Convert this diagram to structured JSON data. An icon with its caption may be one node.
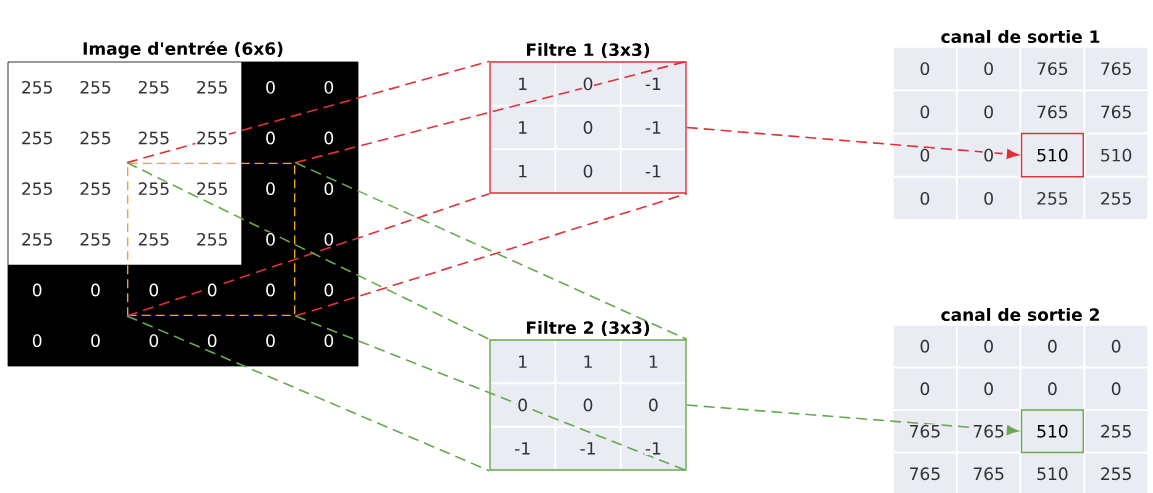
{
  "diagram": {
    "nodes": [
      {
        "text": [
          "Image d'entrée (6x6)"
        ]
      },
      {
        "text": [],
        "shape": "box",
        "in": 0
      },
      {
        "text": [
          "Filtre 1 (3x3)"
        ]
      },
      {
        "text": [
          "canal de sortie 1"
        ]
      },
      {
        "text": [
          "510"
        ],
        "in": 3
      },
      {
        "text": [
          "Filtre 2 (3x3)"
        ]
      },
      {
        "text": [
          "canal de sortie 2"
        ]
      },
      {
        "text": [
          "510"
        ],
        "in": 6
      }
    ],
    "edges": [
      {
        "from": 1,
        "to": 2,
        "arrow": "none",
        "style": "dashed",
        "color": "#e0303a"
      },
      {
        "from": 1,
        "to": 2,
        "arrow": "none",
        "style": "dashed",
        "color": "#e0303a"
      },
      {
        "from": 1,
        "to": 2,
        "arrow": "none",
        "style": "dashed",
        "color": "#e0303a"
      },
      {
        "from": 1,
        "to": 2,
        "arrow": "none",
        "style": "dashed",
        "color": "#e0303a"
      },
      {
        "from": 2,
        "to": 4,
        "arrow": "to",
        "style": "dashed",
        "color": "#e0303a"
      },
      {
        "from": 1,
        "to": 5,
        "arrow": "none",
        "style": "dashed",
        "color": "#6aa84f"
      },
      {
        "from": 1,
        "to": 5,
        "arrow": "none",
        "style": "dashed",
        "color": "#6aa84f"
      },
      {
        "from": 1,
        "to": 5,
        "arrow": "none",
        "style": "dashed",
        "color": "#6aa84f"
      },
      {
        "from": 1,
        "to": 5,
        "arrow": "none",
        "style": "dashed",
        "color": "#6aa84f"
      },
      {
        "from": 5,
        "to": 7,
        "arrow": "to",
        "style": "dashed",
        "color": "#6aa84f"
      }
    ],
    "labels": [
      "255",
      "255",
      "255",
      "255",
      "0",
      "0",
      "255",
      "255",
      "255",
      "255",
      "0",
      "0",
      "255",
      "255",
      "255",
      "255",
      "0",
      "0",
      "255",
      "255",
      "255",
      "255",
      "0",
      "0",
      "0",
      "0",
      "0",
      "0",
      "0",
      "0",
      "0",
      "0",
      "0",
      "0",
      "0",
      "0",
      "1",
      "0",
      "-1",
      "1",
      "0",
      "-1",
      "1",
      "0",
      "-1",
      "0",
      "0",
      "765",
      "765",
      "0",
      "0",
      "765",
      "765",
      "0",
      "0",
      "510",
      "0",
      "0",
      "255",
      "255",
      "1",
      "1",
      "1",
      "0",
      "0",
      "0",
      "-1",
      "-1",
      "-1",
      "0",
      "0",
      "0",
      "0",
      "0",
      "0",
      "0",
      "0",
      "765",
      "765",
      "255",
      "765",
      "765",
      "510",
      "255"
    ]
  }
}
